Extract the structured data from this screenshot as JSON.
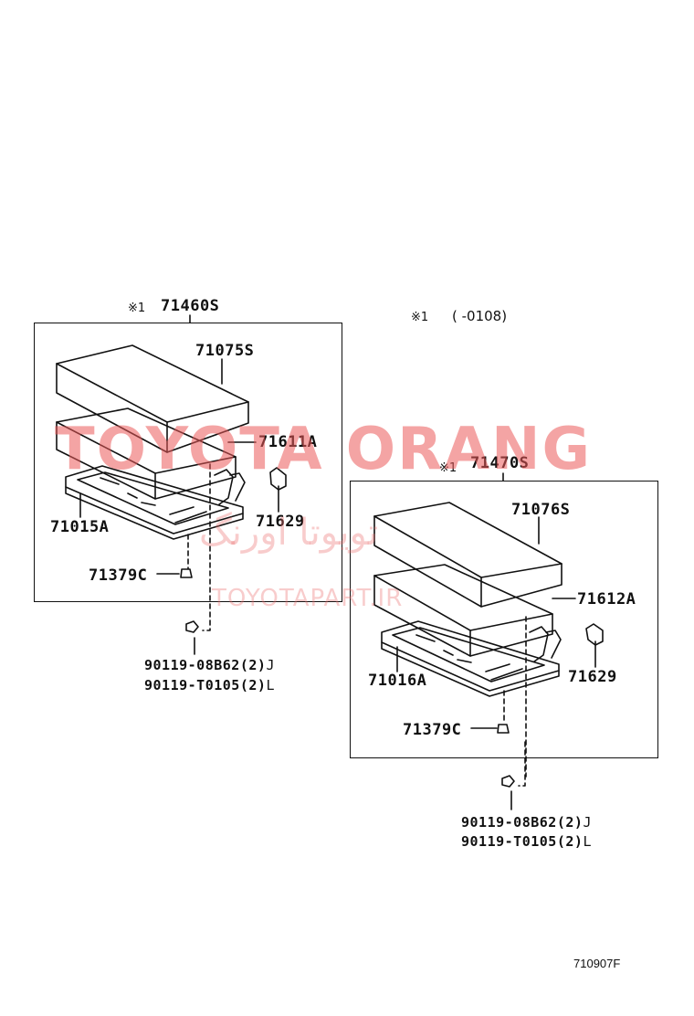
{
  "assy_left": {
    "note_mark": "※1",
    "part": "71460S"
  },
  "assy_right": {
    "note_mark": "※1",
    "part": "71470S"
  },
  "footnote": {
    "mark": "※1",
    "range": "(        -0108)"
  },
  "left": {
    "cover": "71075S",
    "pad": "71611A",
    "frame": "71015A",
    "clip": "71629",
    "nut": "71379C",
    "bolt_1": "90119-08B62(2)",
    "bolt_1_suffix": "J",
    "bolt_2": "90119-T0105(2)",
    "bolt_2_suffix": "L"
  },
  "right": {
    "cover": "71076S",
    "pad": "71612A",
    "frame": "71016A",
    "clip": "71629",
    "nut": "71379C",
    "bolt_1": "90119-08B62(2)",
    "bolt_1_suffix": "J",
    "bolt_2": "90119-T0105(2)",
    "bolt_2_suffix": "L"
  },
  "watermark": {
    "brand": "TOYOTA ORANG",
    "persian": "تویوتا اورنگ",
    "url": "TOYOTAPART.IR"
  },
  "figure_code": "710907F"
}
